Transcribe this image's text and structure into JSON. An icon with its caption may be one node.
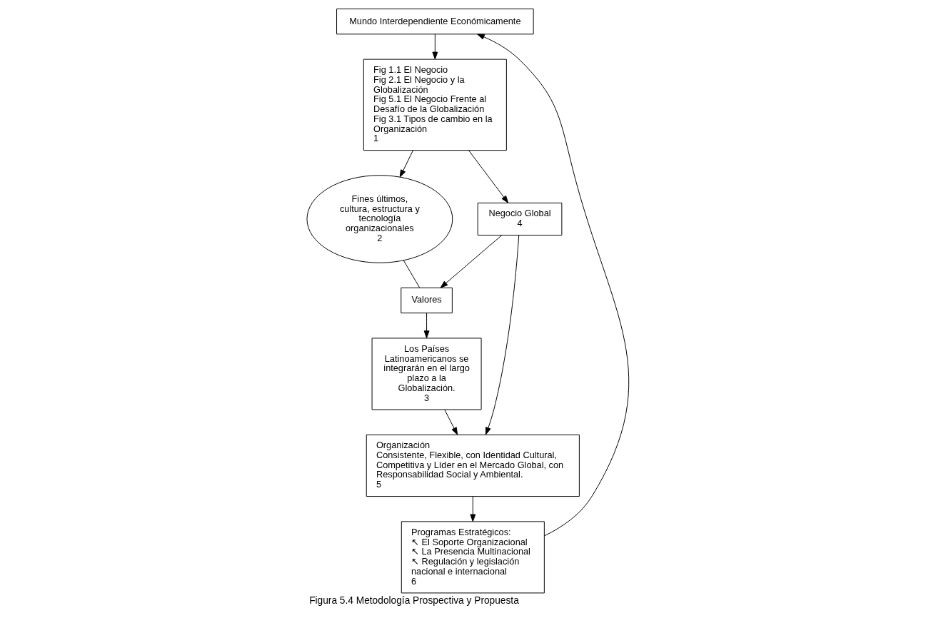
{
  "diagram": {
    "caption": "Figura 5.4 Metodología Prospectiva y Propuesta",
    "nodes": [
      {
        "text": [
          "Mundo Interdependiente Económicamente"
        ]
      },
      {
        "text": [
          "Fig 1.1 El Negocio",
          "Fig 2.1 El Negocio y la Globalización",
          "Fig 5.1 El Negocio Frente al Desafío de la Globalización",
          "Fig 3.1 Tipos de cambio en la Organización",
          "1"
        ]
      },
      {
        "text": [
          "Fines últimos, cultura, estructura y tecnología organizacionales",
          "2"
        ]
      },
      {
        "text": [
          "Valores"
        ]
      },
      {
        "text": [
          "Los Países Latinoamericanos se integrarán en el largo plazo a la Globalización.",
          "3"
        ]
      },
      {
        "text": [
          "Negocio Global",
          "4"
        ]
      },
      {
        "text": [
          "Organización",
          "Consistente, Flexible, con Identidad Cultural, Competitiva y Líder en el Mercado Global, con Responsabilidad Social y Ambiental.",
          "5"
        ]
      },
      {
        "text": [
          "Programas Estratégicos:",
          "↖ El Soporte Organizacional",
          "↖ La Presencia Multinacional",
          "↖ Regulación y legislación nacional e internacional",
          "6"
        ]
      }
    ],
    "edges": [
      {
        "from": 0,
        "to": 1,
        "arrow": "to"
      },
      {
        "from": 1,
        "to": 2,
        "arrow": "to"
      },
      {
        "from": 2,
        "to": 3,
        "arrow": "none"
      },
      {
        "from": 1,
        "to": 5,
        "arrow": "to"
      },
      {
        "from": 5,
        "to": 3,
        "arrow": "to"
      },
      {
        "from": 3,
        "to": 4,
        "arrow": "to"
      },
      {
        "from": 4,
        "to": 6,
        "arrow": "to"
      },
      {
        "from": 5,
        "to": 6,
        "arrow": "to"
      },
      {
        "from": 6,
        "to": 7,
        "arrow": "to"
      },
      {
        "from": 7,
        "to": 0,
        "arrow": "to"
      }
    ]
  }
}
